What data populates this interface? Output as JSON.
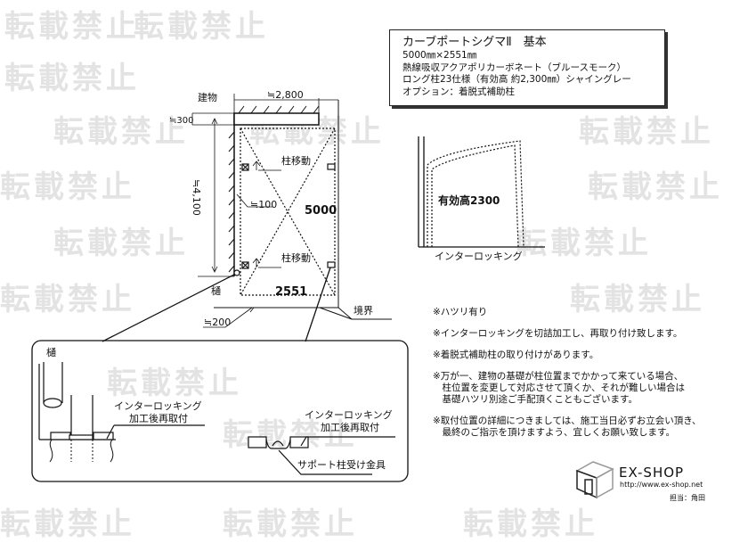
{
  "watermark": "転載禁止",
  "title_box": {
    "title": "カーブポートシグマⅡ　基本",
    "lines": [
      "5000㎜×2551㎜",
      "熱線吸収アクアポリカーボネート（ブルースモーク）",
      "ロング柱23仕様（有効高 約2,300㎜）シャイングレー",
      "オプション：着脱式補助柱"
    ]
  },
  "plan": {
    "building": "建物",
    "width_dim": "≒2,800",
    "offset_300": "≒300",
    "height_dim": "≒4,100",
    "offset_100": "≒100",
    "move_post_1": "柱移動",
    "move_post_2": "柱移動",
    "length": "5000",
    "width": "2551",
    "gutter": "樋",
    "offset_200": "≒200",
    "boundary": "境界"
  },
  "side_view": {
    "height_label": "有効高2300",
    "ground_label": "インターロッキング"
  },
  "detail": {
    "gutter": "樋",
    "left_label_1": "インターロッキング",
    "left_label_2": "加工後再取付",
    "right_label_1": "インターロッキング",
    "right_label_2": "加工後再取付",
    "bracket_label": "サポート柱受け金具"
  },
  "notes": [
    "※ハツリ有り",
    "※インターロッキングを切詰加工し、再取り付け致します。",
    "※着脱式補助柱の取り付けがあります。",
    "※万が一、建物の基礎が柱位置までかかって来ている場合、\n　柱位置を変更して対応させて頂くか、それが難しい場合は\n　基礎ハツリ別途ご手配頂くこともございます。",
    "※取付位置の詳細につきましては、施工当日必ずお立会い頂き、\n　最終のご指示を頂けますよう、宜しくお願い致します。"
  ],
  "footer": {
    "brand": "EX-SHOP",
    "url": "http://www.ex-shop.net",
    "staff": "担当：角田"
  }
}
